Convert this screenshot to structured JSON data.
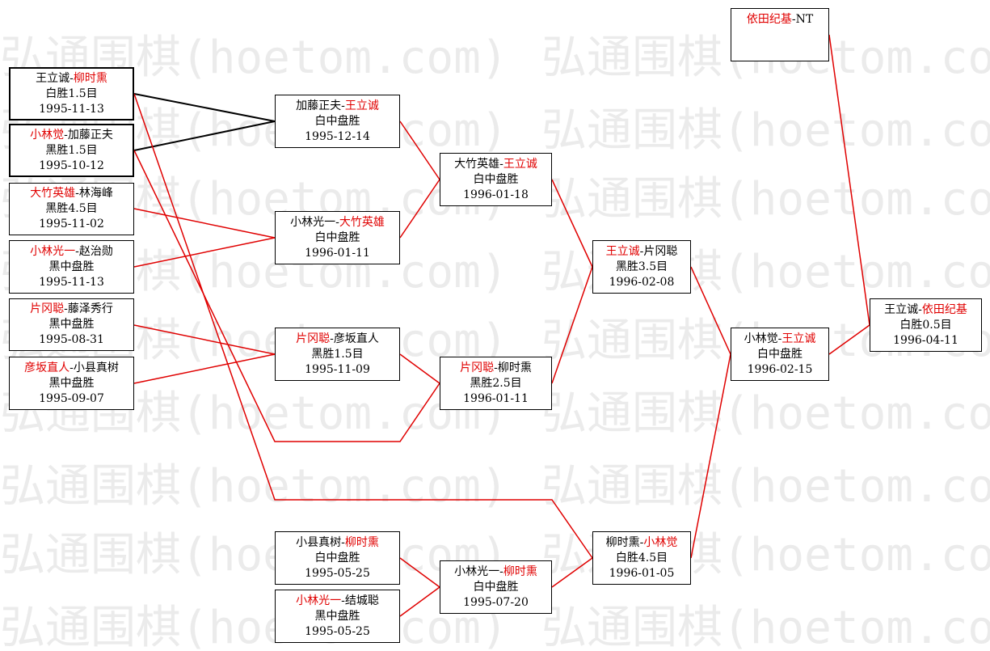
{
  "watermark": "弘通围棋(hoetom.com)",
  "colors": {
    "winner": "#e00000",
    "line_red": "#e00000",
    "line_black": "#000000",
    "border": "#000000"
  },
  "games": [
    {
      "id": "g1",
      "p1": "王立诚",
      "sep": "-",
      "p2": "柳时熏",
      "winner": "p2",
      "result": "白胜1.5目",
      "date": "1995-11-13"
    },
    {
      "id": "g2",
      "p1": "小林觉",
      "sep": "-",
      "p2": "加藤正夫",
      "winner": "p1",
      "result": "黑胜1.5目",
      "date": "1995-10-12"
    },
    {
      "id": "g3",
      "p1": "大竹英雄",
      "sep": "-",
      "p2": "林海峰",
      "winner": "p1",
      "result": "黑胜4.5目",
      "date": "1995-11-02"
    },
    {
      "id": "g4",
      "p1": "小林光一",
      "sep": "-",
      "p2": "赵治勋",
      "winner": "p1",
      "result": "黑中盘胜",
      "date": "1995-11-13"
    },
    {
      "id": "g5",
      "p1": "片冈聪",
      "sep": "-",
      "p2": "藤泽秀行",
      "winner": "p1",
      "result": "黑中盘胜",
      "date": "1995-08-31"
    },
    {
      "id": "g6",
      "p1": "彦坂直人",
      "sep": "-",
      "p2": "小县真树",
      "winner": "p1",
      "result": "黑中盘胜",
      "date": "1995-09-07"
    },
    {
      "id": "g7",
      "p1": "加藤正夫",
      "sep": "-",
      "p2": "王立诚",
      "winner": "p2",
      "result": "白中盘胜",
      "date": "1995-12-14"
    },
    {
      "id": "g8",
      "p1": "小林光一",
      "sep": "-",
      "p2": "大竹英雄",
      "winner": "p2",
      "result": "白中盘胜",
      "date": "1996-01-11"
    },
    {
      "id": "g9",
      "p1": "片冈聪",
      "sep": "-",
      "p2": "彦坂直人",
      "winner": "p1",
      "result": "黑胜1.5目",
      "date": "1995-11-09"
    },
    {
      "id": "g10",
      "p1": "小县真树",
      "sep": "-",
      "p2": "柳时熏",
      "winner": "p2",
      "result": "白中盘胜",
      "date": "1995-05-25"
    },
    {
      "id": "g11",
      "p1": "小林光一",
      "sep": "-",
      "p2": "结城聪",
      "winner": "p1",
      "result": "黑中盘胜",
      "date": "1995-05-25"
    },
    {
      "id": "g12",
      "p1": "大竹英雄",
      "sep": "-",
      "p2": "王立诚",
      "winner": "p2",
      "result": "白中盘胜",
      "date": "1996-01-18"
    },
    {
      "id": "g13",
      "p1": "片冈聪",
      "sep": "-",
      "p2": "柳时熏",
      "winner": "p1",
      "result": "黑胜2.5目",
      "date": "1996-01-11"
    },
    {
      "id": "g14",
      "p1": "小林光一",
      "sep": "-",
      "p2": "柳时熏",
      "winner": "p2",
      "result": "白中盘胜",
      "date": "1995-07-20"
    },
    {
      "id": "g15",
      "p1": "王立诚",
      "sep": "-",
      "p2": "片冈聪",
      "winner": "p1",
      "result": "黑胜3.5目",
      "date": "1996-02-08"
    },
    {
      "id": "g16",
      "p1": "柳时熏",
      "sep": "-",
      "p2": "小林觉",
      "winner": "p2",
      "result": "白胜4.5目",
      "date": "1996-01-05"
    },
    {
      "id": "g17",
      "p1": "小林觉",
      "sep": "-",
      "p2": "王立诚",
      "winner": "p2",
      "result": "白中盘胜",
      "date": "1996-02-15"
    },
    {
      "id": "g18",
      "p1": "王立诚",
      "sep": "-",
      "p2": "依田纪基",
      "winner": "p2",
      "result": "白胜0.5目",
      "date": "1996-04-11"
    },
    {
      "id": "g19",
      "p1": "依田纪基",
      "sep": "-",
      "p2": "NT",
      "winner": "p1",
      "result": "",
      "date": ""
    }
  ]
}
